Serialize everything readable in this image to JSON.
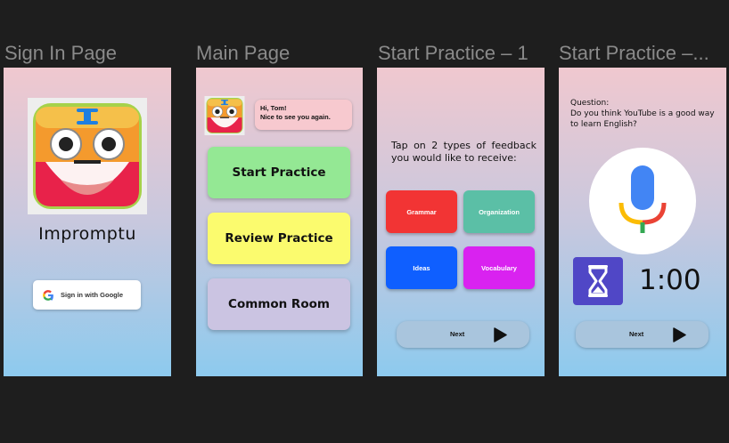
{
  "frames": [
    {
      "title": "Sign In Page"
    },
    {
      "title": "Main Page"
    },
    {
      "title": "Start Practice – 1"
    },
    {
      "title": "Start Practice –..."
    }
  ],
  "signin": {
    "app_name": "Impromptu",
    "google_button": "Sign in with Google",
    "google_icon": "google-g-logo"
  },
  "main": {
    "greeting_line1": "Hi, Tom!",
    "greeting_line2": "Nice to see you again.",
    "buttons": {
      "start": "Start Practice",
      "review": "Review Practice",
      "common": "Common Room"
    }
  },
  "practice1": {
    "instruction": "Tap on 2 types of feedback you would like to receive:",
    "options": [
      "Grammar",
      "Organization",
      "Ideas",
      "Vocabulary"
    ],
    "next_label": "Next"
  },
  "practice2": {
    "question_label": "Question:",
    "question_text": "Do you think YouTube is a good way to learn English?",
    "timer": "1:00",
    "next_label": "Next"
  },
  "colors": {
    "grammar": "#f23434",
    "organization": "#5bbfa6",
    "ideas": "#0f5fff",
    "vocabulary": "#d922f0",
    "start": "#94e894",
    "review": "#fbfb6e",
    "common": "#cbc4e2"
  }
}
